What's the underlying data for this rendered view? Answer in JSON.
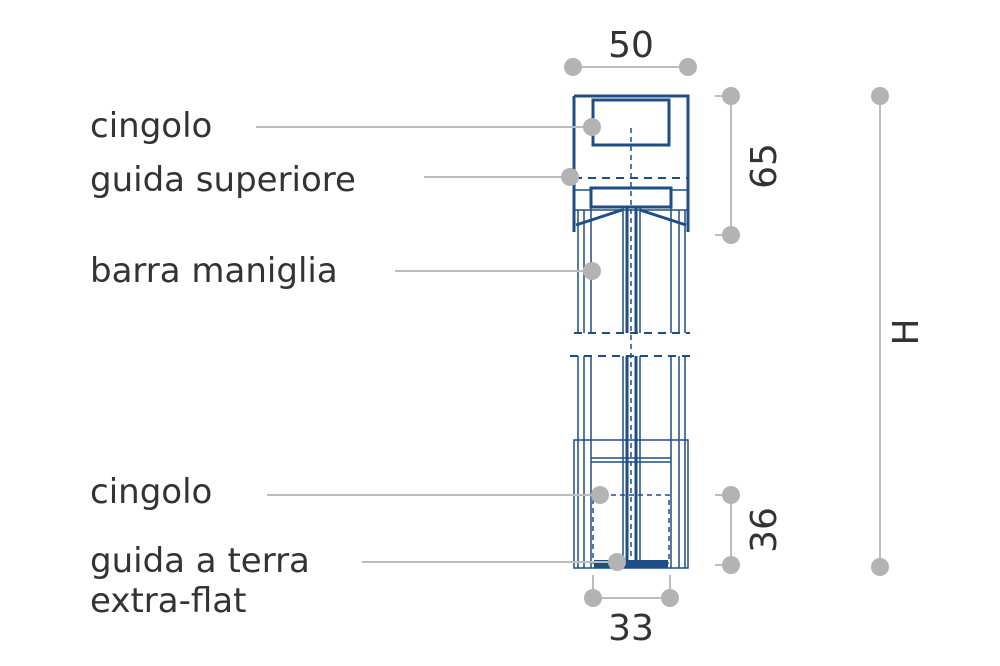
{
  "labels": {
    "cingolo_top": "cingolo",
    "guida_superiore": "guida superiore",
    "barra_maniglia": "barra maniglia",
    "cingolo_bottom": "cingolo",
    "guida_terra_line1": "guida a terra",
    "guida_terra_line2": "extra-flat"
  },
  "dimensions": {
    "width_top": "50",
    "height_top": "65",
    "height_bottom": "36",
    "width_bottom": "33",
    "total_height": "H"
  },
  "colors": {
    "profile": "#1f4e86",
    "leader": "#bdbdbd",
    "text": "#333333"
  }
}
